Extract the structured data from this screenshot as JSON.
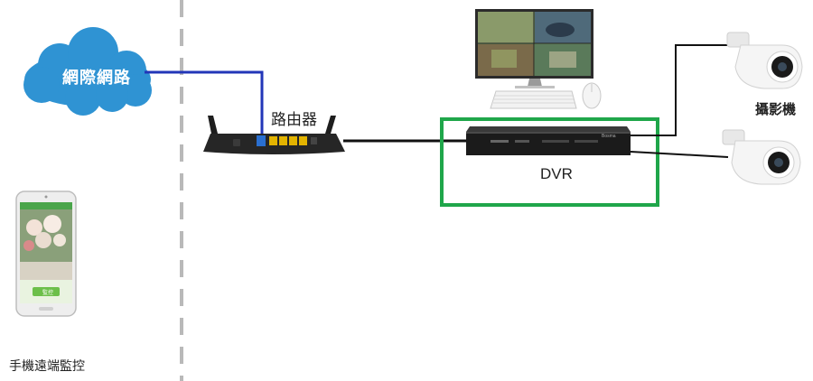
{
  "labels": {
    "cloud": "網際網路",
    "router": "路由器",
    "dvr": "DVR",
    "cameras": "攝影機",
    "phone": "手機遠端監控",
    "dvr_brand": "Bosma",
    "phone_button": "監控"
  },
  "colors": {
    "cloud": "#2f93d3",
    "internet_link": "#2236b8",
    "cable": "#111111",
    "dvr_highlight": "#1fa64a",
    "separator": "#b9b9b9",
    "router_ports": "#e3b400",
    "phone_screen": "#6cbf4a"
  },
  "icons": [
    "cloud-icon",
    "router-icon",
    "monitor-icon",
    "keyboard-icon",
    "mouse-icon",
    "dvr-icon",
    "camera-icon",
    "smartphone-icon"
  ]
}
